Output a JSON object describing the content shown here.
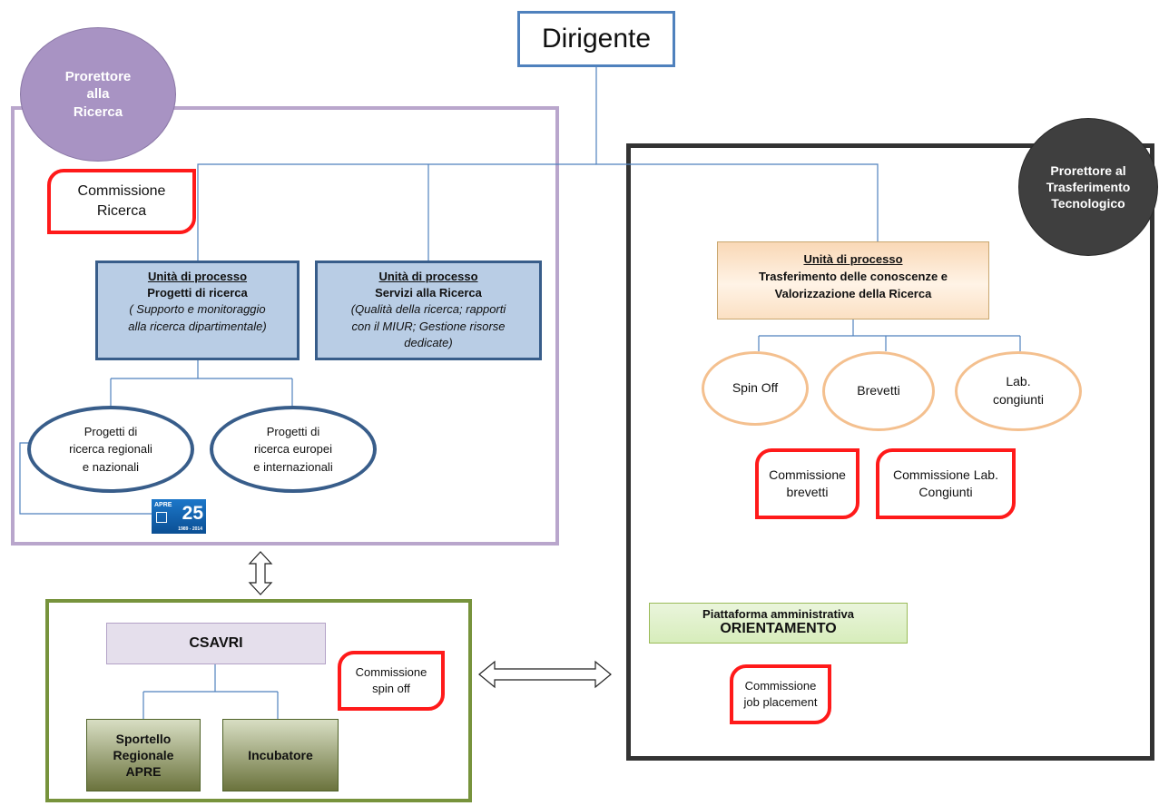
{
  "dirigente": "Dirigente",
  "prorettore_ricerca": [
    "Prorettore",
    "alla",
    "Ricerca"
  ],
  "prorettore_tt": [
    "Prorettore al",
    "Trasferimento",
    "Tecnologico"
  ],
  "commissione_ricerca": [
    "Commissione",
    "Ricerca"
  ],
  "unita_progetti": {
    "heading": "Unità di processo",
    "title": "Progetti di ricerca",
    "desc": [
      "( Supporto e monitoraggio",
      "alla ricerca dipartimentale)"
    ]
  },
  "unita_servizi": {
    "heading": "Unità di processo",
    "title": "Servizi alla  Ricerca",
    "desc": [
      "(Qualità della ricerca; rapporti",
      "con il MIUR; Gestione risorse",
      "dedicate)"
    ]
  },
  "progetti_regionali": [
    "Progetti di",
    "ricerca regionali",
    "e nazionali"
  ],
  "progetti_europei": [
    "Progetti di",
    "ricerca europei",
    "e internazionali"
  ],
  "apre_logo": {
    "small": "APRE",
    "number": "25",
    "years": "1989 - 2014"
  },
  "unita_trasferimento": {
    "heading": "Unità di processo",
    "line1": "Trasferimento delle  conoscenze e",
    "line2": "Valorizzazione  della Ricerca"
  },
  "spin_off": "Spin Off",
  "brevetti": "Brevetti",
  "lab_congiunti": [
    "Lab.",
    "congiunti"
  ],
  "commissione_brevetti": [
    "Commissione",
    "brevetti"
  ],
  "commissione_lab": [
    "Commissione Lab.",
    "Congiunti"
  ],
  "piattaforma": {
    "line1": "Piattaforma amministrativa",
    "line2": "ORIENTAMENTO"
  },
  "commissione_job": [
    "Commissione",
    "job placement"
  ],
  "csavri": "CSAVRI",
  "commissione_spinoff": [
    "Commissione",
    "spin off"
  ],
  "sportello": [
    "Sportello",
    "Regionale",
    "APRE"
  ],
  "incubatore": "Incubatore",
  "colors": {
    "purple_frame": "#b9a6cc",
    "dark_frame": "#333333",
    "green_frame": "#77933c",
    "blue_box": "#b9cde5",
    "red_border": "#ff1a1a"
  }
}
